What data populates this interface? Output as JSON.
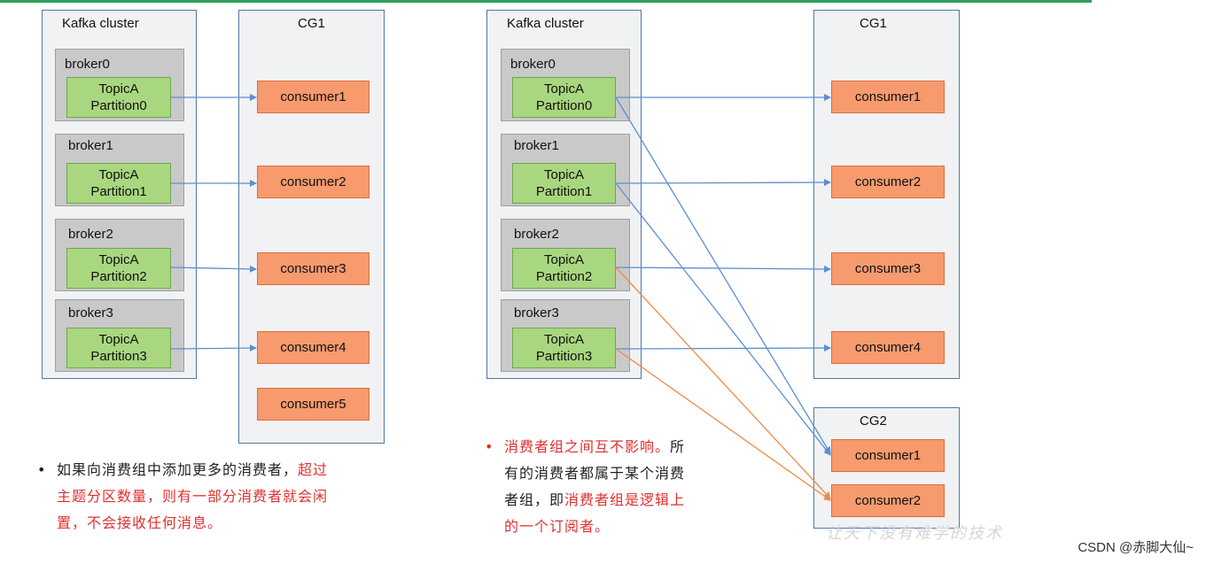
{
  "left": {
    "cluster_title": "Kafka cluster",
    "group_title": "CG1",
    "brokers": [
      {
        "name": "broker0",
        "topic": "TopicA",
        "partition": "Partition0"
      },
      {
        "name": "broker1",
        "topic": "TopicA",
        "partition": "Partition1"
      },
      {
        "name": "broker2",
        "topic": "TopicA",
        "partition": "Partition2"
      },
      {
        "name": "broker3",
        "topic": "TopicA",
        "partition": "Partition3"
      }
    ],
    "consumers": [
      "consumer1",
      "consumer2",
      "consumer3",
      "consumer4",
      "consumer5"
    ],
    "note": {
      "bullet": "•",
      "part1": "如果向消费组中添加更多的消费者，",
      "part2_red": "超过主题分区数量，则有一部分消费者就会闲置，不会接收任何消息。",
      "line1_black": "如果向消费组中添加更多的消费者，",
      "line1_red": "超过",
      "line2_red": "主题分区数量，则有一部分消费者就会闲",
      "line3_red": "置，不会接收任何消息。"
    }
  },
  "right": {
    "cluster_title": "Kafka cluster",
    "group1_title": "CG1",
    "group2_title": "CG2",
    "brokers": [
      {
        "name": "broker0",
        "topic": "TopicA",
        "partition": "Partition0"
      },
      {
        "name": "broker1",
        "topic": "TopicA",
        "partition": "Partition1"
      },
      {
        "name": "broker2",
        "topic": "TopicA",
        "partition": "Partition2"
      },
      {
        "name": "broker3",
        "topic": "TopicA",
        "partition": "Partition3"
      }
    ],
    "cg1_consumers": [
      "consumer1",
      "consumer2",
      "consumer3",
      "consumer4"
    ],
    "cg2_consumers": [
      "consumer1",
      "consumer2"
    ],
    "note": {
      "bullet": "•",
      "line1_red": "消费者组之间互不影响。",
      "line1_black": "所",
      "line2_black": "有的消费者都属于某个消费",
      "line3_black": "者组，即",
      "line3_red": "消费者组是逻辑上",
      "line4_red": "的一个订阅者。"
    }
  },
  "colors": {
    "panel_border": "#4f77a8",
    "topic_fill": "#a9d77f",
    "consumer_fill": "#f79a6e",
    "arrow_blue": "#5b8fd0",
    "arrow_orange": "#ef8a45",
    "highlight_red": "#e03030"
  },
  "watermark": "CSDN @赤脚大仙~",
  "faint_text": "让天下没有难学的技术"
}
